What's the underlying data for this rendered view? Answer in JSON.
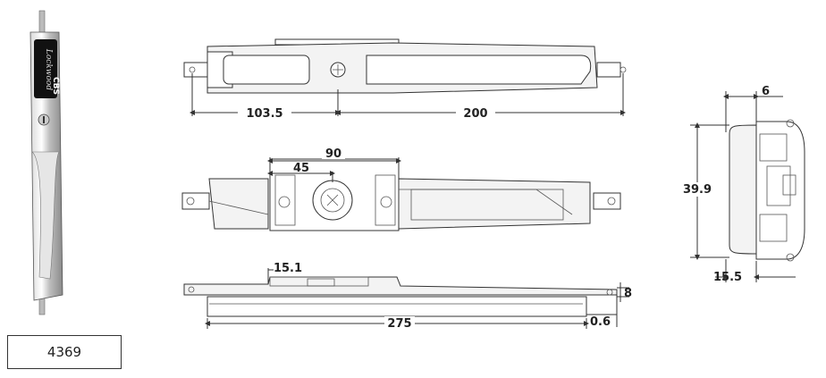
{
  "product": {
    "code": "4369",
    "logo_text": "CBS",
    "logo_script": "Lockwood"
  },
  "dimensions": {
    "top_left_span": "103.5",
    "top_right_span": "200",
    "middle_total": "90",
    "middle_half": "45",
    "bottom_height_left": "15.1",
    "bottom_total_length": "275",
    "bottom_offset": "0.6",
    "bottom_thickness": "8",
    "side_depth": "6",
    "side_height": "39.9",
    "side_base": "15.5"
  }
}
